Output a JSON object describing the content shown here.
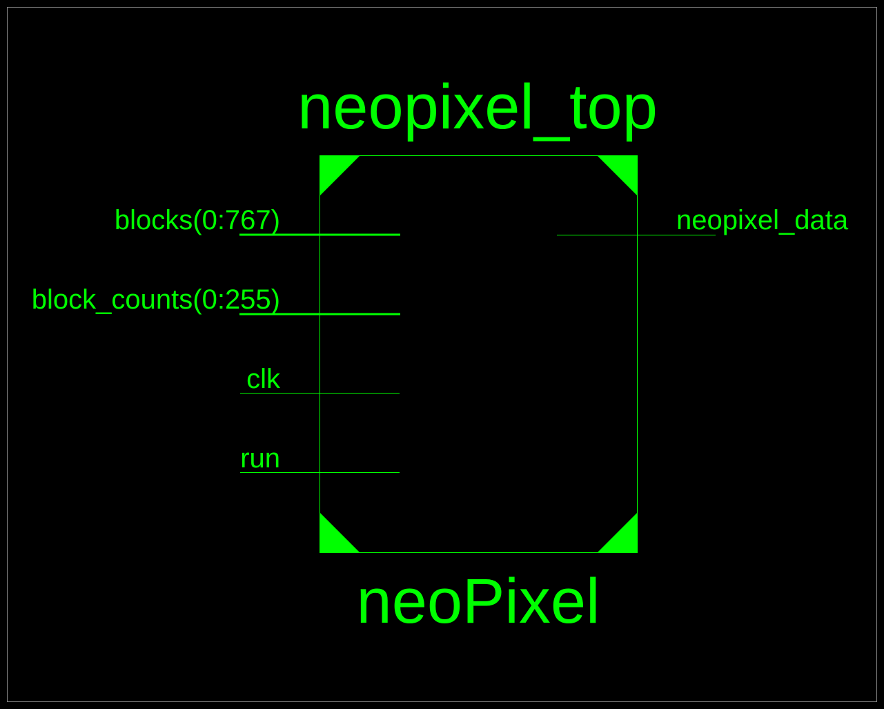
{
  "colors": {
    "background": "#000000",
    "symbol": "#00ff00",
    "frame": "#8a8a8a"
  },
  "symbol": {
    "instance_name": "neopixel_top",
    "cell_name": "neoPixel"
  },
  "ports": {
    "inputs": [
      {
        "name": "blocks(0:767)",
        "bus": true
      },
      {
        "name": "block_counts(0:255)",
        "bus": true
      },
      {
        "name": "clk",
        "bus": false
      },
      {
        "name": "run",
        "bus": false
      }
    ],
    "outputs": [
      {
        "name": "neopixel_data",
        "bus": false
      }
    ]
  }
}
